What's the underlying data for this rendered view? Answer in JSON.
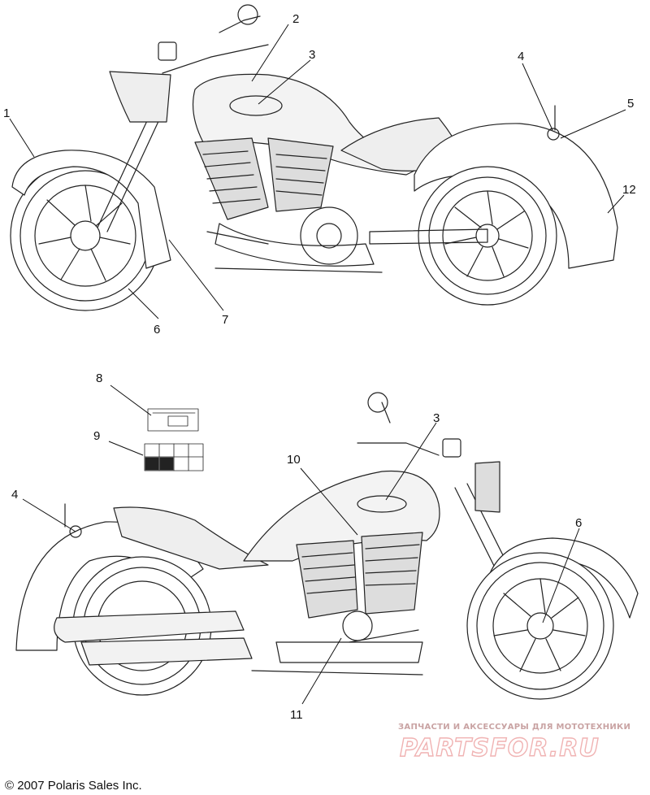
{
  "callouts": {
    "top": [
      "1",
      "2",
      "3",
      "4",
      "5",
      "12",
      "6",
      "7"
    ],
    "bottom": [
      "8",
      "9",
      "3",
      "10",
      "4",
      "6",
      "11"
    ]
  },
  "watermark": {
    "tagline": "ЗАПЧАСТИ И АКСЕССУАРЫ ДЛЯ МОТОТЕХНИКИ",
    "logo_text": "PARTSFOR.RU"
  },
  "copyright": "© 2007 Polaris Sales Inc.",
  "colors": {
    "line": "#222222",
    "watermark": "#f0b3b3"
  }
}
